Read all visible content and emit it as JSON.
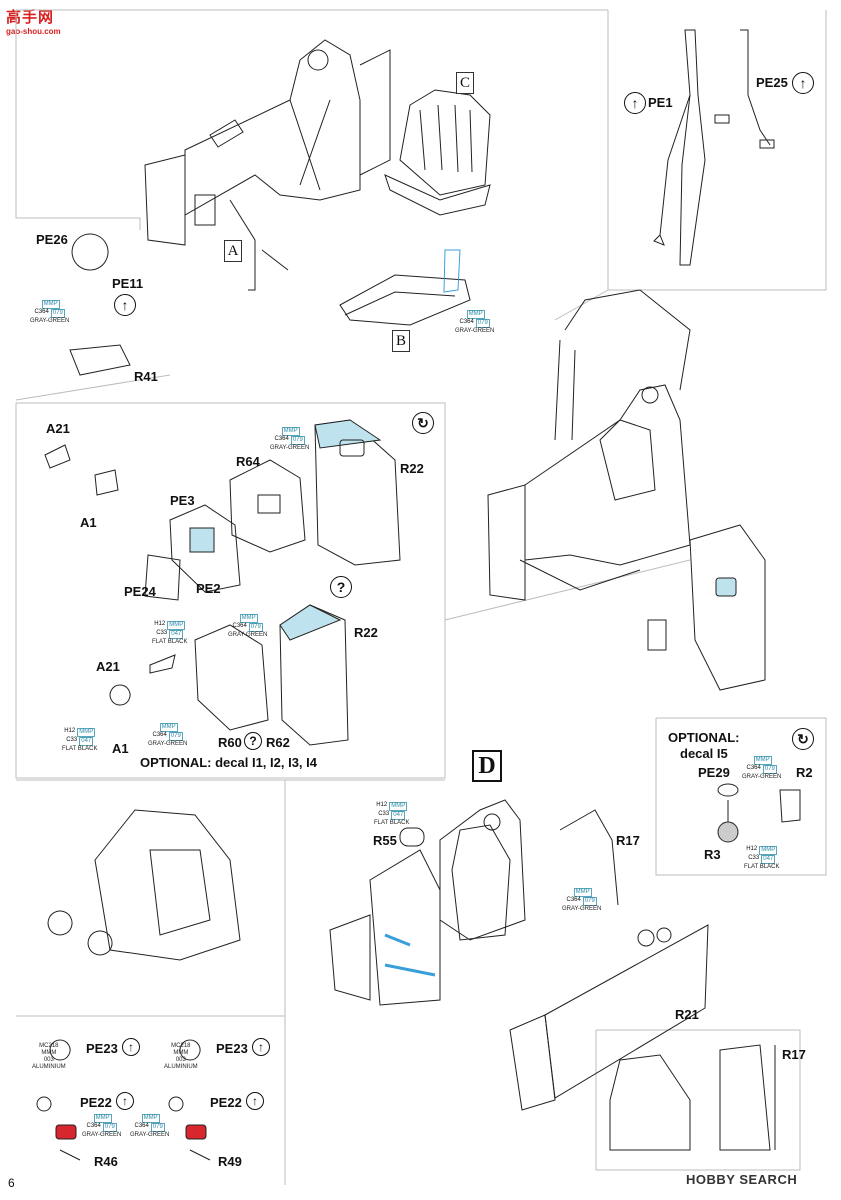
{
  "site_logo": {
    "text_main": "高手网",
    "text_sub": "gao-shou.com"
  },
  "page_number": "6",
  "watermark": "HOBBY SEARCH",
  "step_boxes": {
    "a": "A",
    "b": "B",
    "c": "C",
    "d": "D"
  },
  "labels": {
    "pe26": "PE26",
    "pe11": "PE11",
    "r41": "R41",
    "pe1": "PE1",
    "pe25": "PE25",
    "a21_top": "A21",
    "a1_top": "A1",
    "r64": "R64",
    "r22_top": "R22",
    "pe3": "PE3",
    "pe24": "PE24",
    "pe2": "PE2",
    "r22_mid": "R22",
    "a21_mid": "A21",
    "a1_mid": "A1",
    "r60": "R60",
    "r62": "R62",
    "optional_decal_1": "OPTIONAL: decal I1, I2, I3, I4",
    "optional_title": "OPTIONAL:",
    "optional_decal_2": "decal I5",
    "pe29": "PE29",
    "r2": "R2",
    "r3": "R3",
    "r55": "R55",
    "r17_mid": "R17",
    "r21": "R21",
    "r17_bot": "R17",
    "pe23_l": "PE23",
    "pe22_l": "PE22",
    "r46": "R46",
    "pe23_r": "PE23",
    "pe22_r": "PE22",
    "r49": "R49"
  },
  "symbols": {
    "question": "?",
    "up_arrow": "↑",
    "rotate": "↻"
  },
  "paint_callouts": {
    "gray_green": {
      "code_a": "C364",
      "mmp": "MMP",
      "mmp_no": "079",
      "name": "GRAY-GREEN"
    },
    "flat_black": {
      "code_h": "H12",
      "code_c": "C33",
      "mmp": "MMP",
      "mmp_no": "047",
      "name": "FLAT BLACK"
    },
    "aluminium": {
      "code_mc": "MC218",
      "mmm": "MMM",
      "mmm_no": "003",
      "name": "ALUMINIUM"
    }
  },
  "colors": {
    "line": "#222222",
    "blue_fill": "#bfe3ee",
    "blue_part": "#3a9fd8",
    "red_part": "#d8262e",
    "frame": "#bdbdbd"
  }
}
